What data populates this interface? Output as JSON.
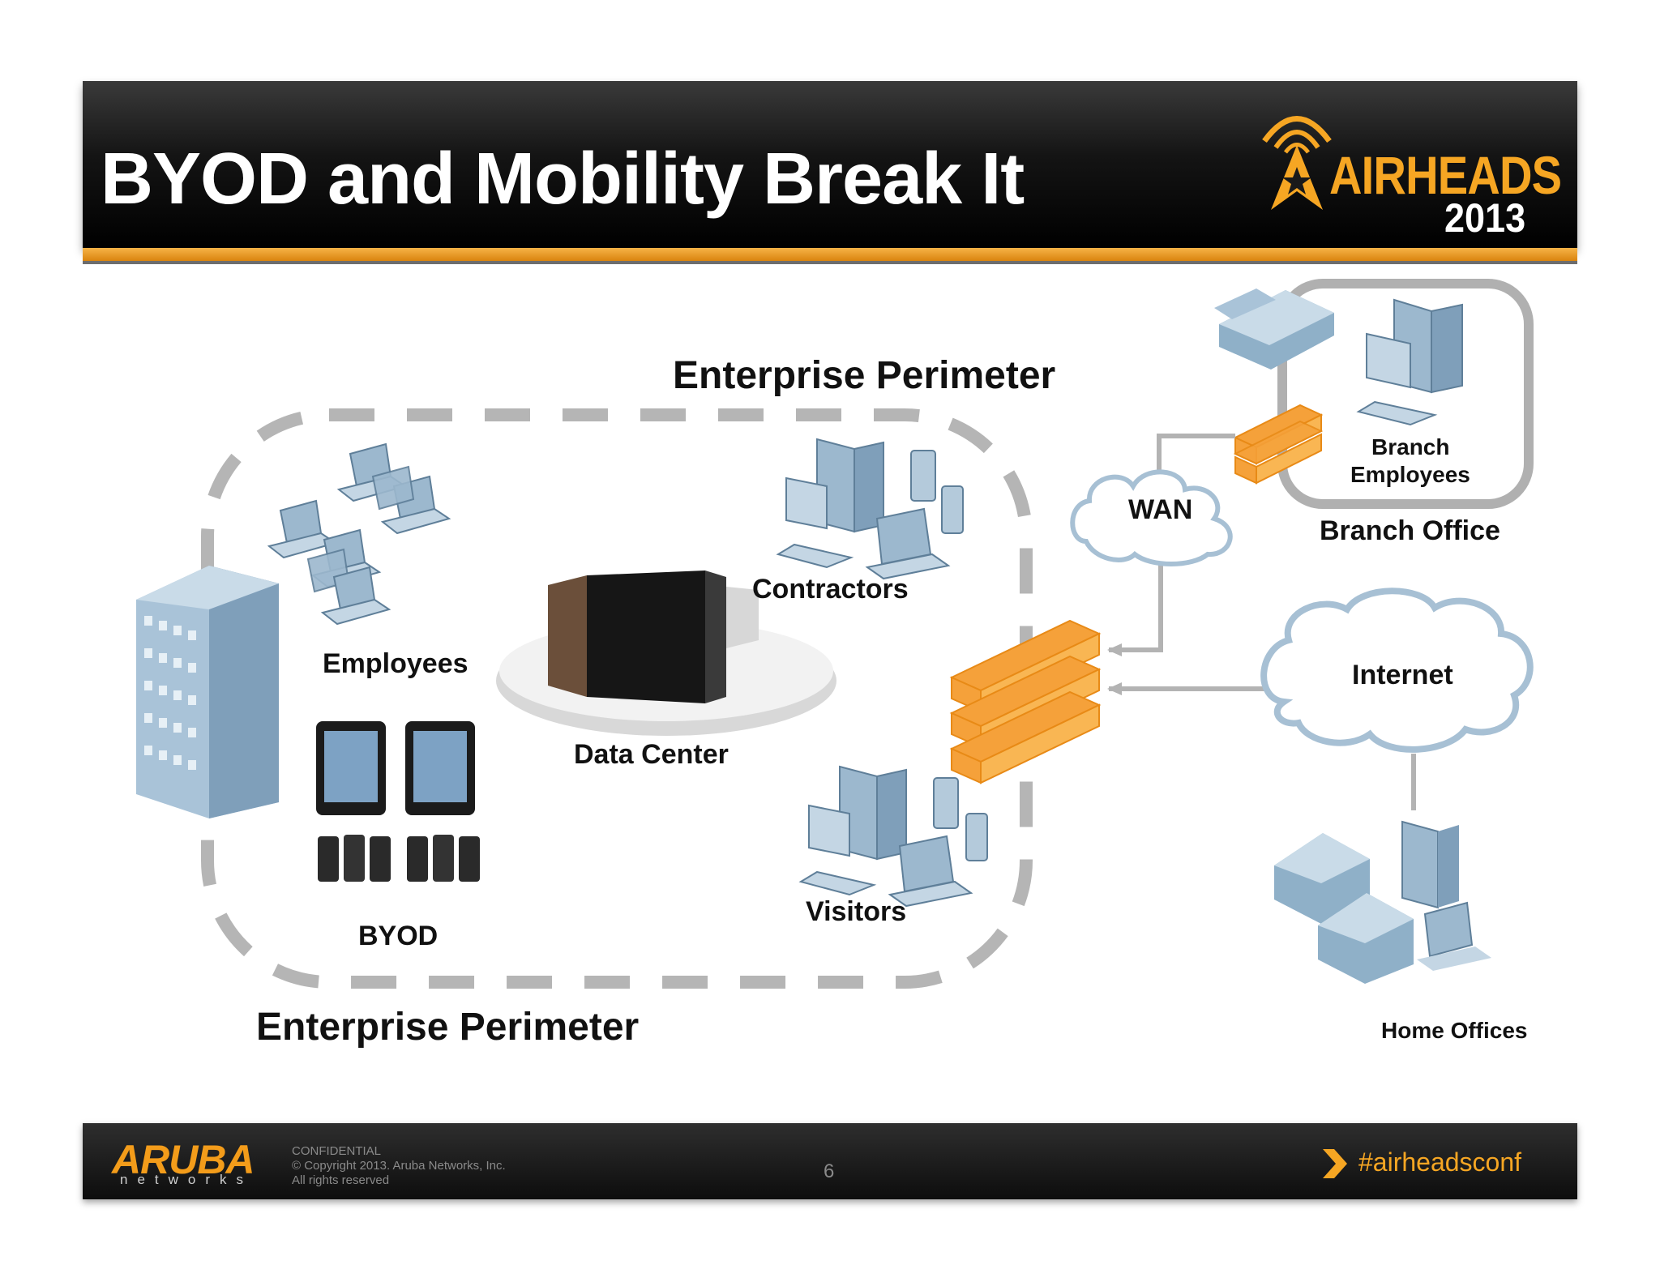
{
  "header": {
    "title": "BYOD and Mobility Break It",
    "logo_word": "AIRHEADS",
    "logo_year": "2013"
  },
  "diagram": {
    "perimeter_title_top": "Enterprise Perimeter",
    "perimeter_title_bottom": "Enterprise Perimeter",
    "employees": "Employees",
    "byod": "BYOD",
    "data_center": "Data Center",
    "contractors": "Contractors",
    "visitors": "Visitors",
    "wan": "WAN",
    "internet": "Internet",
    "branch_employees_line1": "Branch",
    "branch_employees_line2": "Employees",
    "branch_office": "Branch Office",
    "home_offices": "Home Offices"
  },
  "footer": {
    "brand": "ARUBA",
    "brand_sub": "networks",
    "confidential": "CONFIDENTIAL",
    "copyright": "© Copyright 2013. Aruba Networks, Inc.",
    "rights": "All rights reserved",
    "page_number": "6",
    "hashtag": "#airheadsconf"
  },
  "colors": {
    "accent_orange": "#f6a623",
    "firewall_orange": "#f5a13a",
    "device_blue": "#8fb0c8",
    "perimeter_gray": "#b5b5b5"
  }
}
